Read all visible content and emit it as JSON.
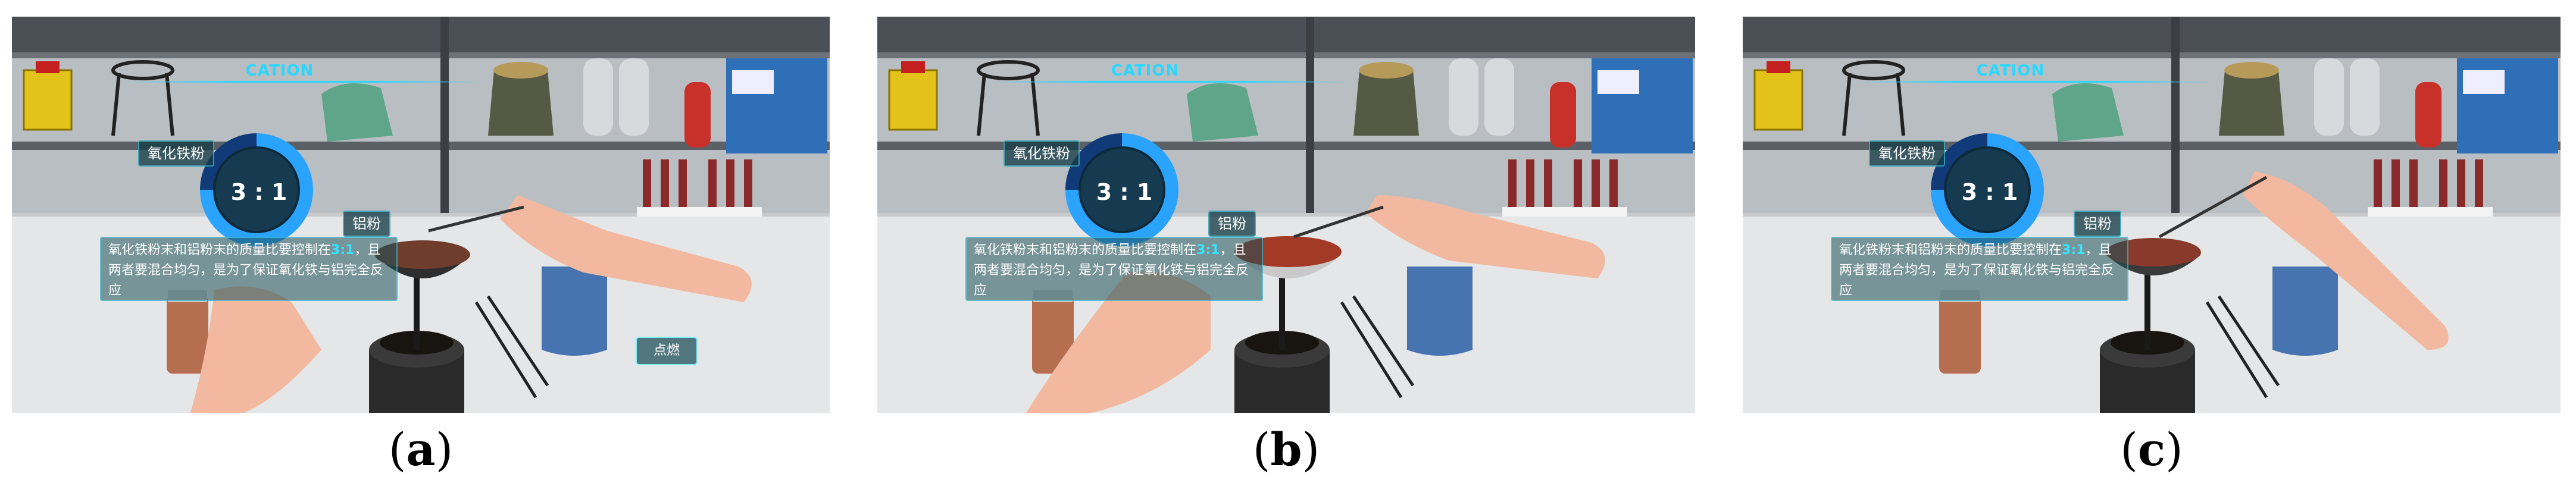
{
  "panels": [
    {
      "id": "a",
      "caption": "a",
      "hud": {
        "title": "CATION",
        "ratio": "3 : 1",
        "ratio_fraction": 0.75,
        "reagent_left": "氧化铁粉",
        "reagent_right": "铝粉",
        "info_before": "氧化铁粉末和铝粉末的质量比要控制在",
        "info_ratio": "3:1",
        "info_after": "，且两者要混合均匀，是为了保证氧化铁与铝完全反应",
        "button": "点燃"
      },
      "crucible_mix_color": "#6e3d2c"
    },
    {
      "id": "b",
      "caption": "b",
      "hud": {
        "title": "CATION",
        "ratio": "3 : 1",
        "ratio_fraction": 0.75,
        "reagent_left": "氧化铁粉",
        "reagent_right": "铝粉",
        "info_before": "氧化铁粉末和铝粉末的质量比要控制在",
        "info_ratio": "3:1",
        "info_after": "，且两者要混合均匀，是为了保证氧化铁与铝完全反应",
        "button": ""
      },
      "crucible_mix_color": "#a33a26"
    },
    {
      "id": "c",
      "caption": "c",
      "hud": {
        "title": "CATION",
        "ratio": "3 : 1",
        "ratio_fraction": 0.75,
        "reagent_left": "氧化铁粉",
        "reagent_right": "铝粉",
        "info_before": "氧化铁粉末和铝粉末的质量比要控制在",
        "info_ratio": "3:1",
        "info_after": "，且两者要混合均匀，是为了保证氧化铁与铝完全反应",
        "button": ""
      },
      "crucible_mix_color": "#8a3a2a"
    }
  ],
  "colors": {
    "hud_cyan": "#2ad7ff",
    "ring_blue": "#2aa3ff",
    "skin": "#f2b9a0"
  }
}
